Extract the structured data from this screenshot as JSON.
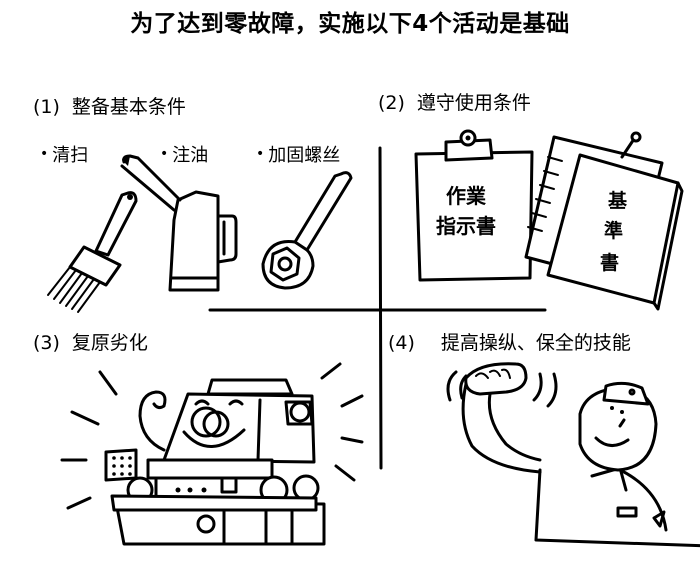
{
  "title": "为了达到零故障，实施以下4个活动是基础",
  "sections": [
    {
      "number": "(1)",
      "label": "整备基本条件",
      "items": [
        {
          "bullet": "•",
          "label": "清扫",
          "icon": "brush-icon"
        },
        {
          "bullet": "•",
          "label": "注油",
          "icon": "oil-can-icon"
        },
        {
          "bullet": "•",
          "label": "加固螺丝",
          "icon": "wrench-icon"
        }
      ]
    },
    {
      "number": "(2)",
      "label": "遵守使用条件",
      "documents": [
        {
          "icon": "clipboard-icon",
          "text_line1": "作業",
          "text_line2": "指示書"
        },
        {
          "icon": "manual-book-icon",
          "text_line1": "基",
          "text_line2": "準",
          "text_line3": "書"
        }
      ]
    },
    {
      "number": "(3)",
      "label": "复原劣化",
      "icon": "happy-machine-icon"
    },
    {
      "number": "(4)",
      "label": "提高操纵、保全的技能",
      "icon": "strong-worker-icon"
    }
  ],
  "colors": {
    "line": "#000000",
    "background": "#ffffff"
  }
}
